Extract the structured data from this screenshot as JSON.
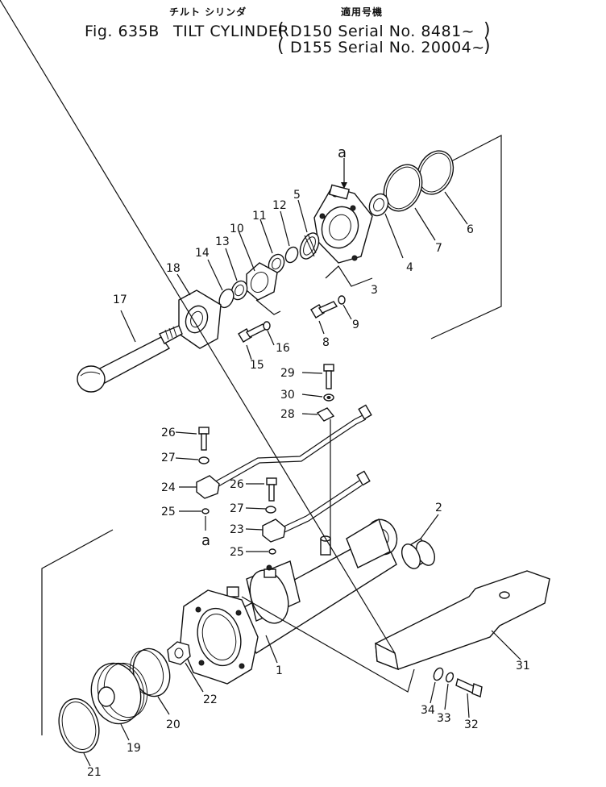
{
  "header": {
    "figure": "Fig. 635B",
    "title_jp": "チルト シリンダ",
    "title": "TILT CYLINDER",
    "applicable_jp": "適用号機",
    "serial_1": "D150 Serial No. 8481~",
    "serial_2": "D155 Serial No. 20004~"
  },
  "callouts": {
    "c1": "1",
    "c2": "2",
    "c3": "3",
    "c4": "4",
    "c5": "5",
    "c6": "6",
    "c7": "7",
    "c8": "8",
    "c9": "9",
    "c10": "10",
    "c11": "11",
    "c12": "12",
    "c13": "13",
    "c14": "14",
    "c15": "15",
    "c16": "16",
    "c17": "17",
    "c18": "18",
    "c19": "19",
    "c20": "20",
    "c21": "21",
    "c22": "22",
    "c23": "23",
    "c24": "24",
    "c25a": "25",
    "c25b": "25",
    "c26a": "26",
    "c26b": "26",
    "c27a": "27",
    "c27b": "27",
    "c28": "28",
    "c29": "29",
    "c30": "30",
    "c31": "31",
    "c32": "32",
    "c33": "33",
    "c34": "34"
  },
  "refs": {
    "a_top": "a",
    "a_bottom": "a"
  }
}
